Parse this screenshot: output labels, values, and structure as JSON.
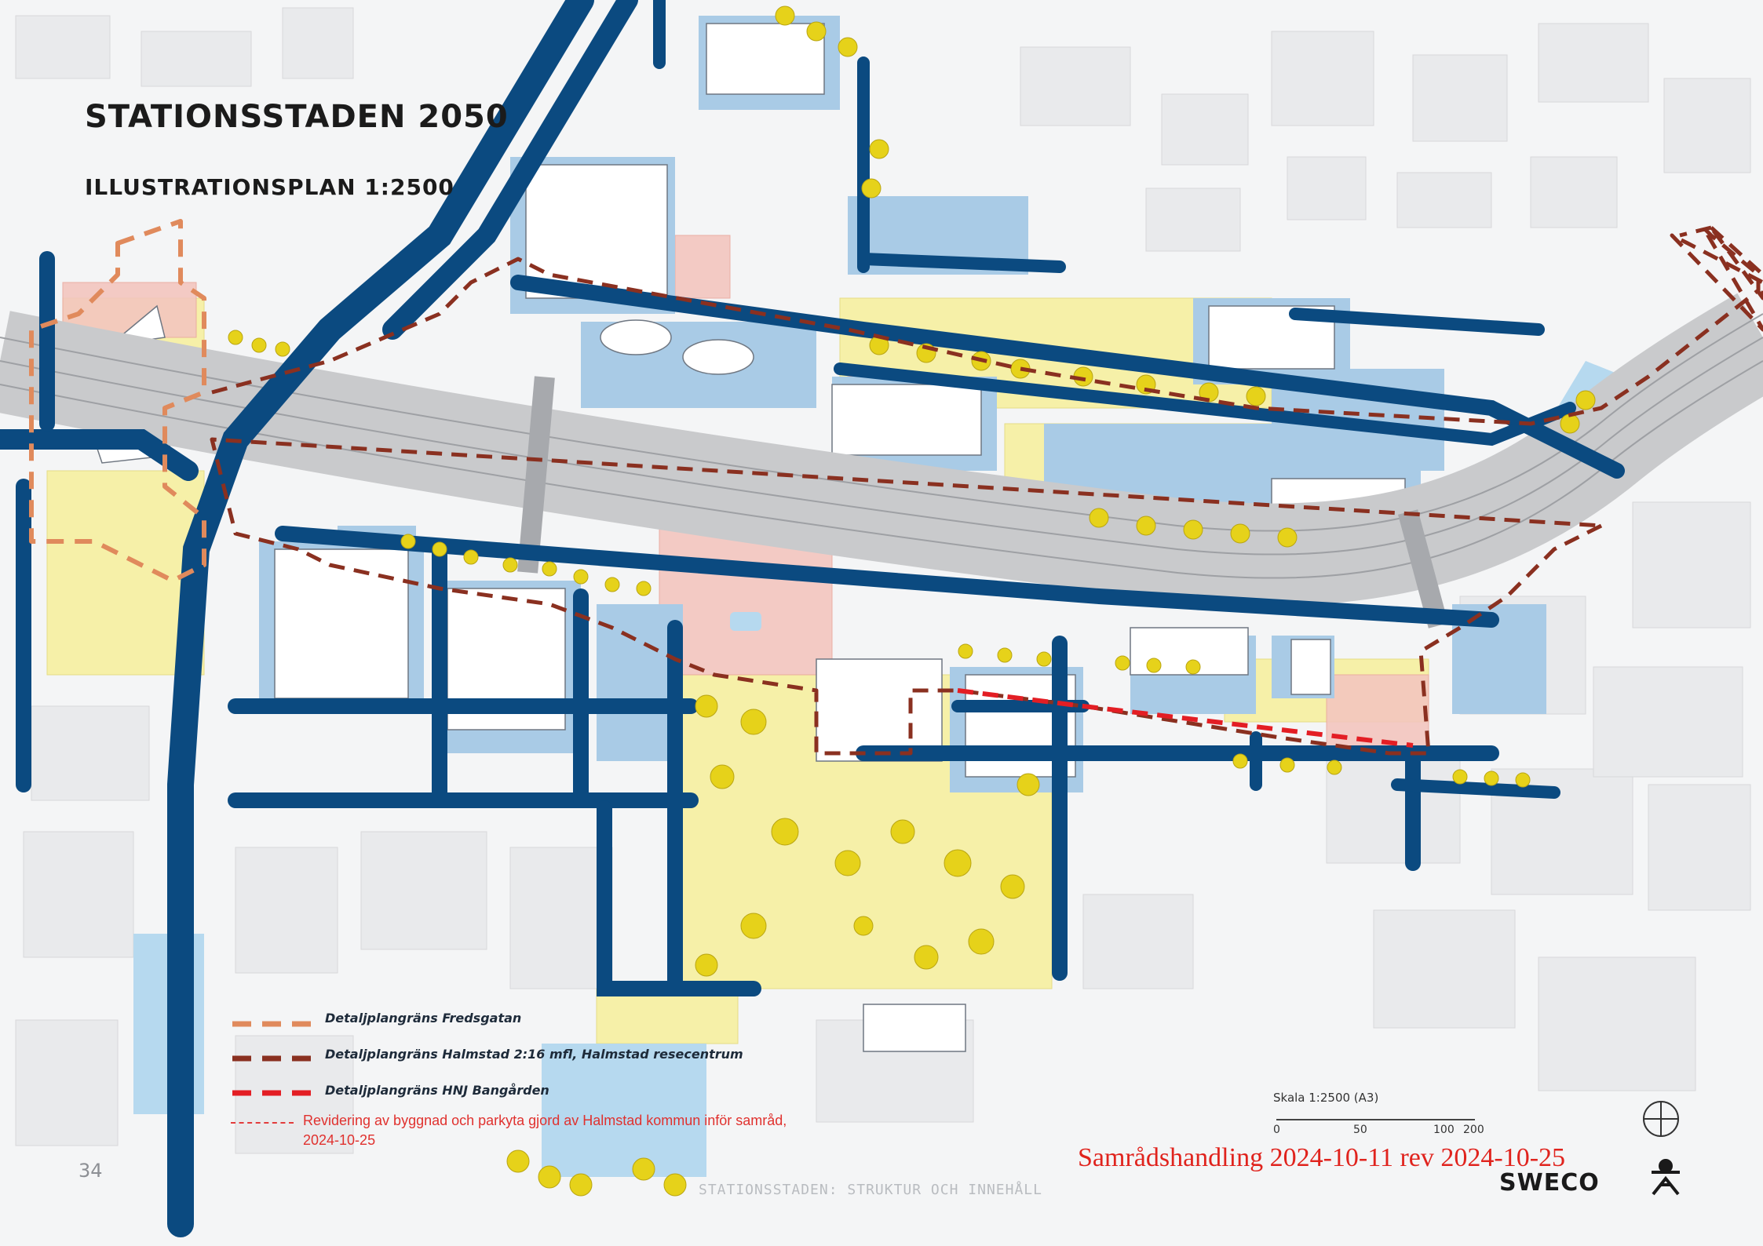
{
  "title": "STATIONSSTADEN 2050",
  "subtitle": "ILLUSTRATIONSPLAN 1:2500",
  "legend": {
    "items": [
      {
        "label": "Detaljplangräns Fredsgatan",
        "color": "#e08a5c"
      },
      {
        "label": "Detaljplangräns Halmstad 2:16 mfl, Halmstad resecentrum",
        "color": "#8a3020"
      },
      {
        "label": "Detaljplangräns HNJ Bangården",
        "color": "#e31e24"
      }
    ],
    "revision": {
      "text_line1": "Revidering av byggnad och parkyta gjord av Halmstad kommun inför samråd,",
      "text_line2": "2024-10-25",
      "color": "#e0312e"
    }
  },
  "scale": {
    "label": "Skala 1:2500 (A3)",
    "ticks": [
      "0",
      "50",
      "100",
      "200"
    ]
  },
  "status": "Samrådshandling 2024-10-11 rev 2024-10-25",
  "footer": "STATIONSSTADEN: STRUKTUR OCH INNEHÅLL",
  "page_number": "34",
  "logo": "SWECO",
  "colors": {
    "street": "#0b4a80",
    "building_shadow": "#a9cbe6",
    "building_fill": "#ffffff",
    "park": "#f6f0a8",
    "tree": "#e6d21a",
    "rail": "#b7b8ba",
    "plaza": "#f3c3bb",
    "water": "#b6d9ef"
  },
  "icons": [
    "north-arrow-icon",
    "sweco-logo-icon"
  ]
}
